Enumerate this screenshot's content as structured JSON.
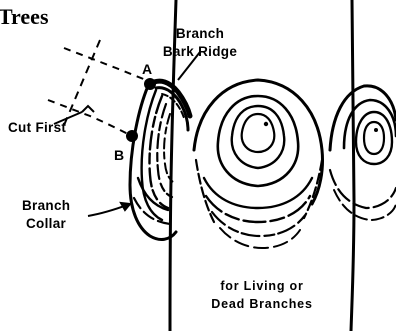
{
  "title": "Trees",
  "labels": {
    "branch_bark_ridge_line1": "Branch",
    "branch_bark_ridge_line2": "Bark Ridge",
    "point_a": "A",
    "point_b": "B",
    "cut_first": "Cut First",
    "branch_collar_line1": "Branch",
    "branch_collar_line2": "Collar",
    "caption_line1": "for Living or",
    "caption_line2": "Dead Branches"
  },
  "colors": {
    "ink": "#000000",
    "paper": "#ffffff"
  }
}
